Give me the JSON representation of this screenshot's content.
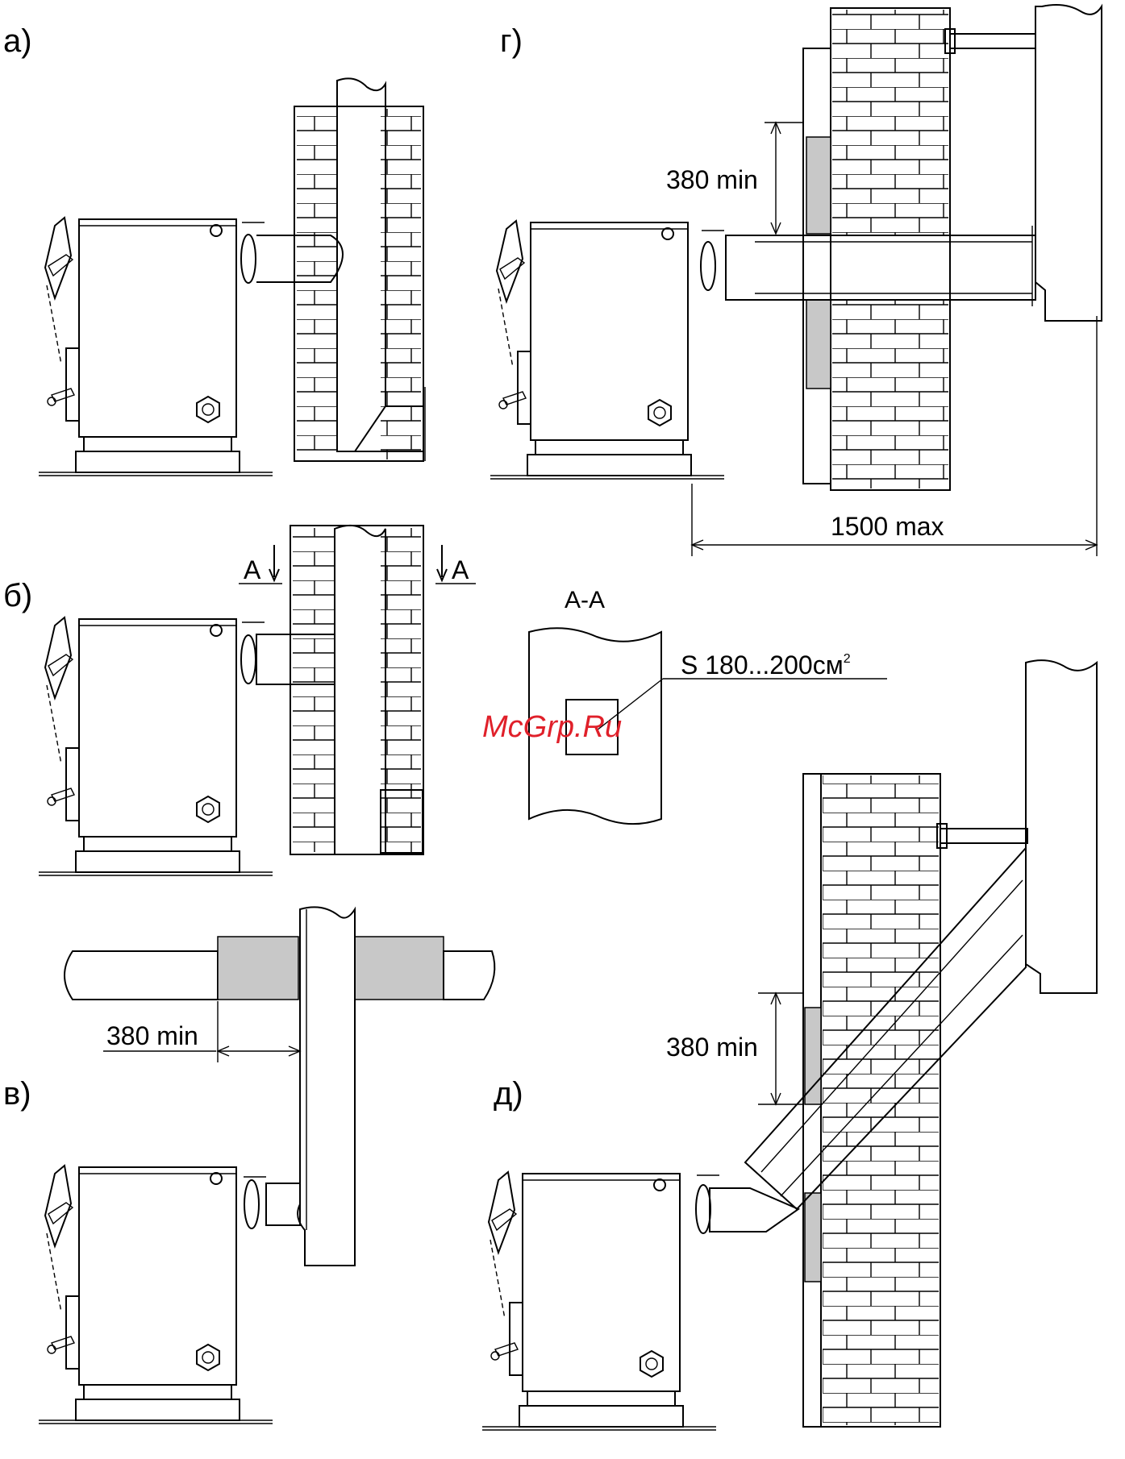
{
  "labels": {
    "a": "а)",
    "b": "б)",
    "v": "в)",
    "g": "г)",
    "d": "д)"
  },
  "dimensions": {
    "g_min": "380 min",
    "v_min": "380 min",
    "d_min": "380 min",
    "g_max": "1500 max"
  },
  "section": {
    "marker_left": "А",
    "marker_right": "А",
    "title": "А-А",
    "area": "S 180...200см",
    "area_sup": "2"
  },
  "watermark": "McGrp.Ru",
  "colors": {
    "insulation": "#c8c8c8",
    "watermark": "#e0202a",
    "line": "#000000"
  }
}
